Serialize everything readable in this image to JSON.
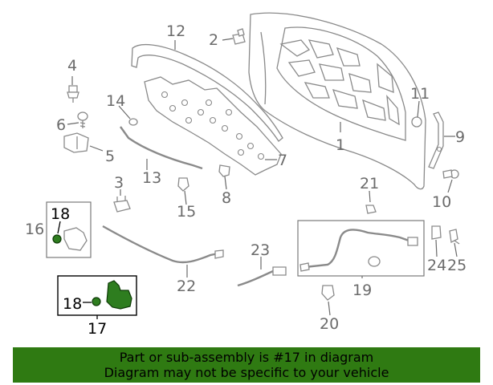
{
  "callouts": {
    "c1": "1",
    "c2": "2",
    "c3": "3",
    "c4": "4",
    "c5": "5",
    "c6": "6",
    "c7": "7",
    "c8": "8",
    "c9": "9",
    "c10": "10",
    "c11": "11",
    "c12": "12",
    "c13": "13",
    "c14": "14",
    "c15": "15",
    "c16": "16",
    "c17": "17",
    "c18a": "18",
    "c18b": "18",
    "c19": "19",
    "c20": "20",
    "c21": "21",
    "c22": "22",
    "c23": "23",
    "c24": "24",
    "c25": "25"
  },
  "highlight_color": "#2f7a12",
  "banner": {
    "line1": "Part or sub-assembly is #17 in diagram",
    "line2": "Diagram may not be specific to your vehicle"
  }
}
